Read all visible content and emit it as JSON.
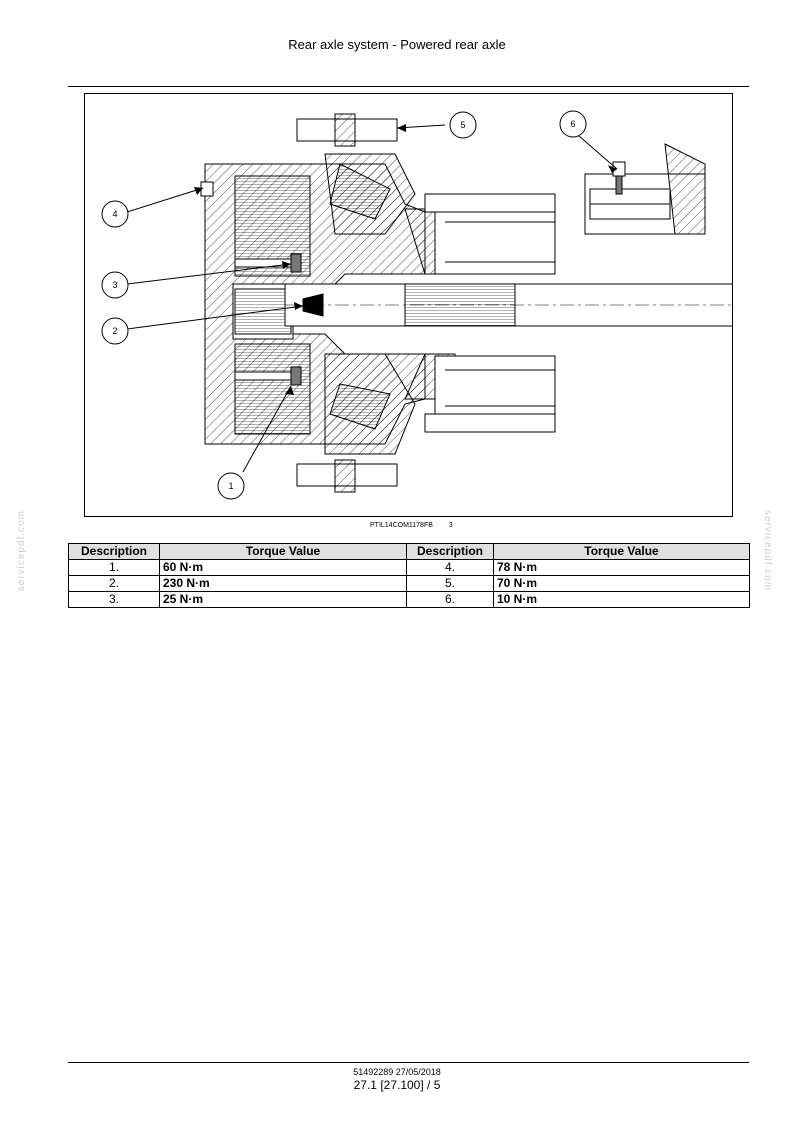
{
  "header": {
    "title": "Rear axle system - Powered rear axle"
  },
  "figure": {
    "caption_id": "PTIL14COM1178FB",
    "caption_number": "3",
    "callouts": [
      "1",
      "2",
      "3",
      "4",
      "5",
      "6"
    ]
  },
  "table": {
    "headers": [
      "Description",
      "Torque Value",
      "Description",
      "Torque Value"
    ],
    "rows": [
      [
        "1.",
        "60 N·m",
        "4.",
        "78 N·m"
      ],
      [
        "2.",
        "230 N·m",
        "5.",
        "70 N·m"
      ],
      [
        "3.",
        "25 N·m",
        "6.",
        "10 N·m"
      ]
    ]
  },
  "watermark": "servicepdf.com",
  "footer": {
    "doc_ref": "51492289 27/05/2018",
    "page_ref": "27.1 [27.100] / 5"
  }
}
